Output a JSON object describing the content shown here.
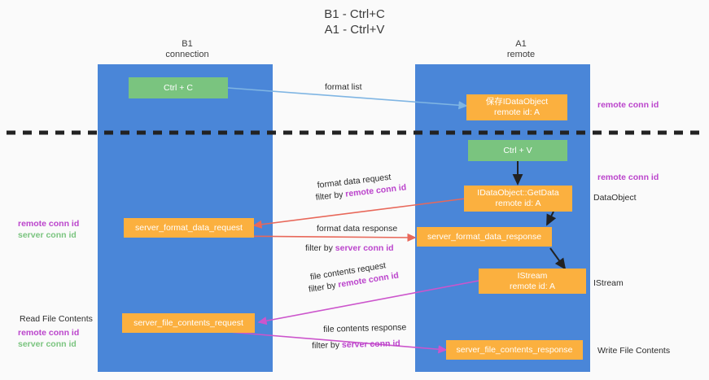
{
  "title": {
    "line1": "B1 - Ctrl+C",
    "line2": "A1 - Ctrl+V"
  },
  "lanes": [
    {
      "name": "b1",
      "title": "B1",
      "subtitle": "connection"
    },
    {
      "name": "a1",
      "title": "A1",
      "subtitle": "remote"
    }
  ],
  "colors": {
    "lane": "#4a86d8",
    "green_node": "#7ac47f",
    "orange_node": "#fbb03f",
    "remote_conn_id": "#bb44cc",
    "server_conn_id": "#7ac47f",
    "arrow_format_list": "#7fb5e3",
    "arrow_getdata": "#222222",
    "arrow_format_data": "#e8685a",
    "arrow_file_contents": "#cc55cc",
    "divider": "#222222",
    "background": "#fafafa"
  },
  "nodes": [
    {
      "id": "ctrl-c",
      "label": "Ctrl + C",
      "sub": "",
      "kind": "green"
    },
    {
      "id": "save-idataobject",
      "label": "保存IDataObject",
      "sub": "remote id: A",
      "kind": "orange"
    },
    {
      "id": "ctrl-v",
      "label": "Ctrl + V",
      "sub": "",
      "kind": "green"
    },
    {
      "id": "idataobject-getdata",
      "label": "IDataObject::GetData",
      "sub": "remote id: A",
      "kind": "orange"
    },
    {
      "id": "server-format-data-request",
      "label": "server_format_data_request",
      "sub": "",
      "kind": "orange"
    },
    {
      "id": "server-format-data-response",
      "label": "server_format_data_response",
      "sub": "",
      "kind": "orange"
    },
    {
      "id": "istream",
      "label": "IStream",
      "sub": "remote id: A",
      "kind": "orange"
    },
    {
      "id": "server-file-contents-request",
      "label": "server_file_contents_request",
      "sub": "",
      "kind": "orange"
    },
    {
      "id": "server-file-contents-response",
      "label": "server_file_contents_response",
      "sub": "",
      "kind": "orange"
    }
  ],
  "edge_labels": {
    "format_list": "format list",
    "format_data_request": "format data request",
    "format_data_request_filter_prefix": "filter by ",
    "format_data_request_filter_key": "remote conn id",
    "format_data_response": "format data response",
    "format_data_response_filter_prefix": "filter by ",
    "format_data_response_filter_key": "server conn id",
    "file_contents_request": "file contents request",
    "file_contents_request_filter_prefix": "filter by ",
    "file_contents_request_filter_key": "remote conn id",
    "file_contents_response": "file contents response",
    "file_contents_response_filter_prefix": "filter by ",
    "file_contents_response_filter_key": "server conn id"
  },
  "side_labels": {
    "right_remote_conn_id_top": "remote conn id",
    "right_remote_conn_id_mid": "remote conn id",
    "right_dataobject": "DataObject",
    "right_istream": "IStream",
    "right_write_file_contents": "Write File Contents",
    "left_remote_conn_id": "remote conn id",
    "left_server_conn_id": "server conn id",
    "left_read_file_contents": "Read File Contents",
    "left_remote_conn_id_2": "remote conn id",
    "left_server_conn_id_2": "server conn id"
  }
}
